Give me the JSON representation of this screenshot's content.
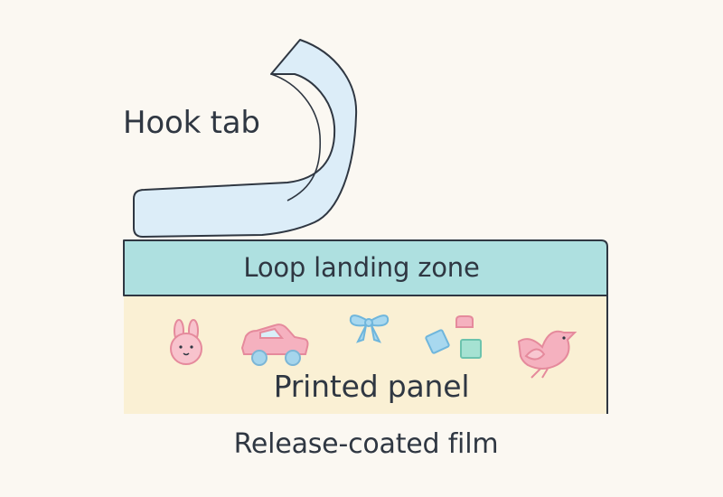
{
  "labels": {
    "hook_tab": "Hook tab",
    "loop_zone": "Loop landing zone",
    "printed_panel": "Printed panel",
    "release_film": "Release-coated film"
  },
  "colors": {
    "background": "#fbf8f2",
    "outline": "#2f3742",
    "hook_tab_fill": "#dcedf8",
    "loop_zone_fill": "#aee0e0",
    "printed_panel_fill": "#faf0d4",
    "motif_pink": "#f4a9b8",
    "motif_blue": "#9ed3ec",
    "motif_mint": "#a5e2d2"
  },
  "printed_motifs": [
    "bunny-icon",
    "toy-car-icon",
    "bow-icon",
    "blocks-icon",
    "bird-icon"
  ]
}
